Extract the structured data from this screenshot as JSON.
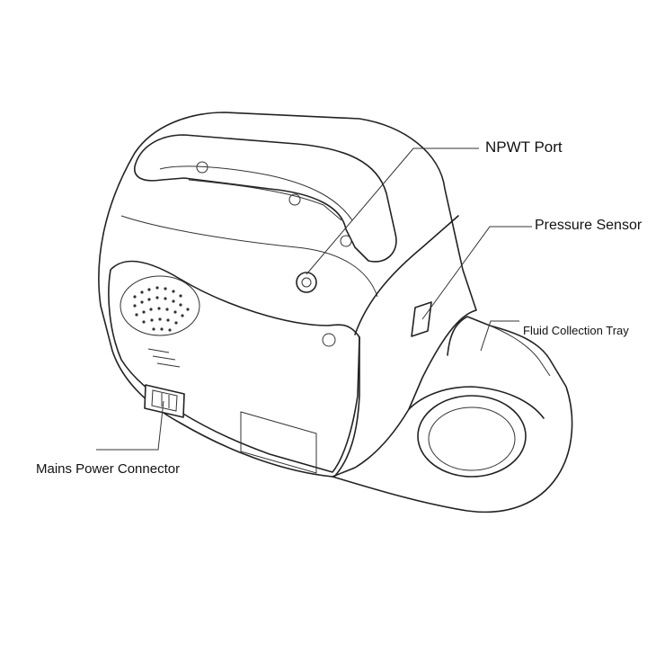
{
  "labels": {
    "npwt_port": "NPWT Port",
    "pressure_sensor": "Pressure Sensor",
    "fluid_collection_tray": "Fluid Collection Tray",
    "mains_power_connector": "Mains Power Connector"
  },
  "colors": {
    "line": "#222222",
    "background": "#ffffff"
  }
}
